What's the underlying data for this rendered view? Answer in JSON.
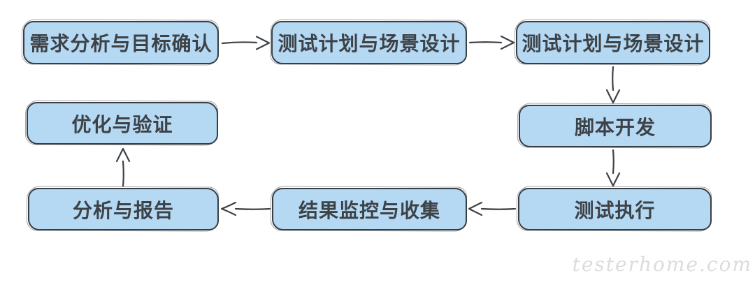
{
  "diagram": {
    "type": "flowchart",
    "background": "#ffffff",
    "colors": {
      "node_fill": "#b5d8f3",
      "node_border": "#383e44",
      "node_text": "#3d4247",
      "arrow": "#3d4247",
      "watermark_text": "#dcdcdc"
    },
    "nodes": [
      {
        "id": "requirements-analysis",
        "label": "需求分析与目标确认"
      },
      {
        "id": "test-plan-design-1",
        "label": "测试计划与场景设计"
      },
      {
        "id": "test-plan-design-2",
        "label": "测试计划与场景设计"
      },
      {
        "id": "script-development",
        "label": "脚本开发"
      },
      {
        "id": "test-execution",
        "label": "测试执行"
      },
      {
        "id": "result-monitoring-collection",
        "label": "结果监控与收集"
      },
      {
        "id": "analysis-reporting",
        "label": "分析与报告"
      },
      {
        "id": "optimization-verification",
        "label": "优化与验证"
      }
    ],
    "edges": [
      {
        "from": "requirements-analysis",
        "to": "test-plan-design-1",
        "direction": "right"
      },
      {
        "from": "test-plan-design-1",
        "to": "test-plan-design-2",
        "direction": "right"
      },
      {
        "from": "test-plan-design-2",
        "to": "script-development",
        "direction": "down"
      },
      {
        "from": "script-development",
        "to": "test-execution",
        "direction": "down"
      },
      {
        "from": "test-execution",
        "to": "result-monitoring-collection",
        "direction": "left"
      },
      {
        "from": "result-monitoring-collection",
        "to": "analysis-reporting",
        "direction": "left"
      },
      {
        "from": "analysis-reporting",
        "to": "optimization-verification",
        "direction": "up"
      }
    ],
    "watermark": "testerhome.com"
  }
}
